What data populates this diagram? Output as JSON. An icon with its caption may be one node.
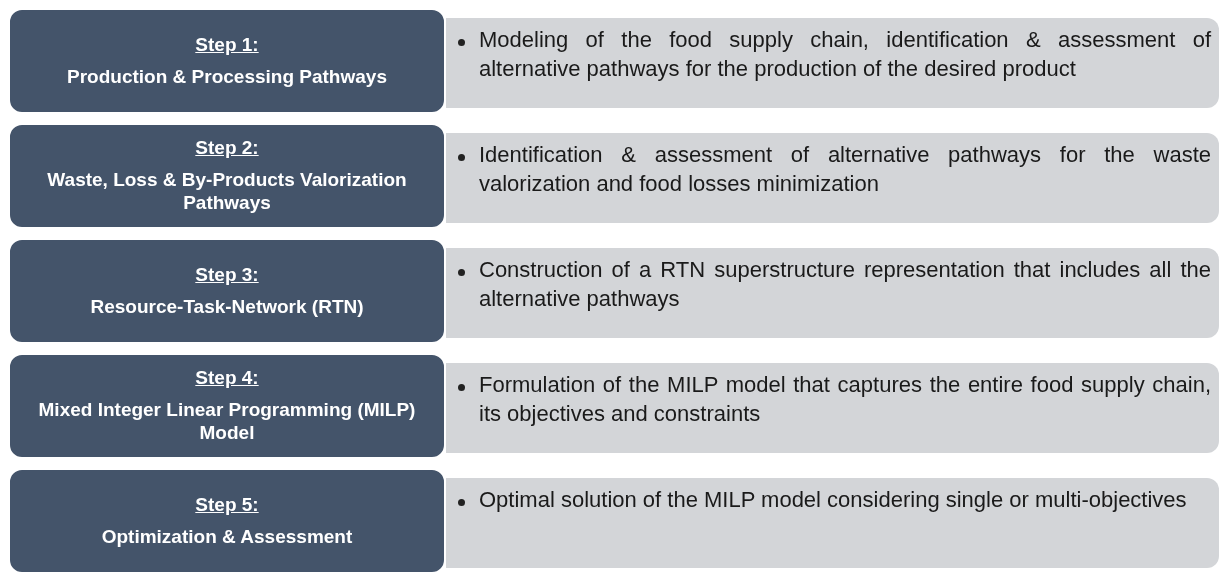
{
  "diagram": {
    "nodes": [
      {
        "text": [
          "Step 1:",
          "Production & Processing Pathways"
        ]
      },
      {
        "text": [
          "Modeling of the food supply chain, identification & assessment of alternative pathways for the production of the desired product"
        ]
      },
      {
        "text": [
          "Step 2:",
          "Waste, Loss & By-Products Valorization Pathways"
        ]
      },
      {
        "text": [
          "Identification & assessment of alternative pathways for the waste valorization and food losses minimization"
        ]
      },
      {
        "text": [
          "Step 3:",
          "Resource-Task-Network (RTN)"
        ]
      },
      {
        "text": [
          "Construction of a RTN superstructure representation that includes all the alternative pathways"
        ]
      },
      {
        "text": [
          "Step 4:",
          "Mixed Integer Linear Programming (MILP) Model"
        ]
      },
      {
        "text": [
          "Formulation of the MILP model that captures the entire food supply chain, its objectives and constraints"
        ]
      },
      {
        "text": [
          "Step 5:",
          "Optimization & Assessment"
        ]
      },
      {
        "text": [
          "Optimal solution of the MILP model considering single or multi-objectives"
        ]
      }
    ]
  }
}
